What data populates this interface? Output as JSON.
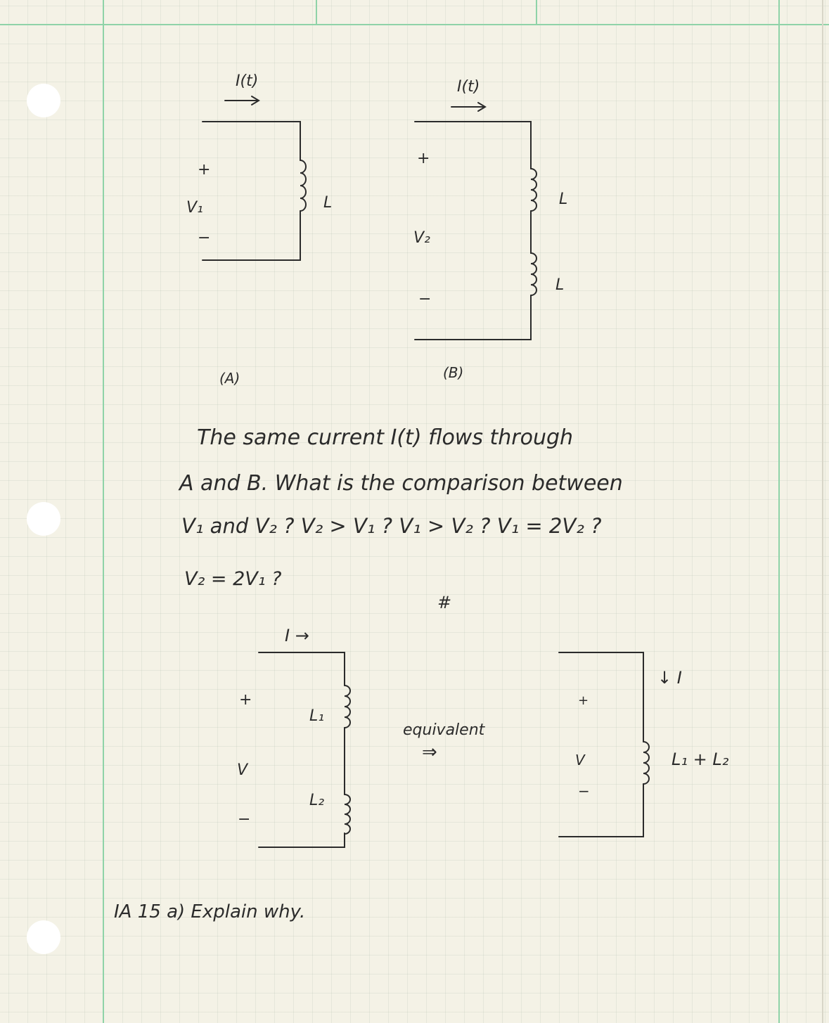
{
  "colors": {
    "paper": "#f4f2e6",
    "margin_lines": "#8fd3a8",
    "ink": "#2b2b2b"
  },
  "circuit_a": {
    "current": "I(t)",
    "plus": "+",
    "voltage": "V₁",
    "minus": "−",
    "inductor": "L",
    "caption": "(A)"
  },
  "circuit_b": {
    "current": "I(t)",
    "plus": "+",
    "voltage": "V₂",
    "minus": "−",
    "inductor_1": "L",
    "inductor_2": "L",
    "caption": "(B)"
  },
  "question": {
    "line1": "The same current I(t) flows through",
    "line2": "A and B. What is the comparison between",
    "line3": "V₁ and V₂ ?   V₂ > V₁ ?  V₁ > V₂ ?   V₁ = 2V₂ ?",
    "line4": "V₂ = 2V₁ ?",
    "mark": "#"
  },
  "circuit_c": {
    "current": "I →",
    "plus": "+",
    "voltage": "V",
    "minus": "−",
    "inductor_1": "L₁",
    "inductor_2": "L₂"
  },
  "equivalent": {
    "label": "equivalent",
    "arrow": "⇒"
  },
  "circuit_d": {
    "current": "↓ I",
    "plus": "+",
    "voltage": "V",
    "minus": "−",
    "inductor": "L₁ + L₂"
  },
  "footer": {
    "note": "IA 15  a) Explain why."
  }
}
